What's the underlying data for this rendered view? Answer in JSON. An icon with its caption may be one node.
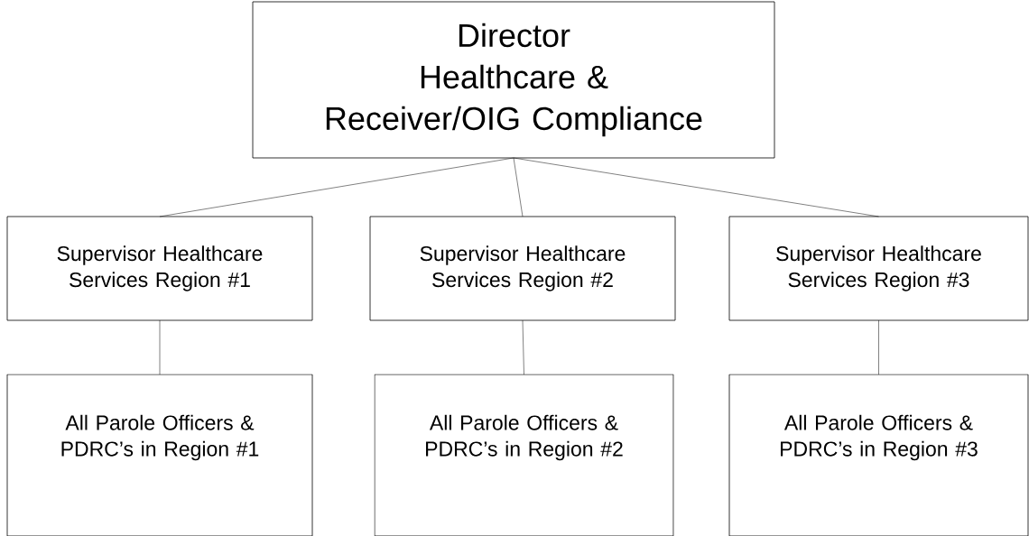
{
  "diagram": {
    "nodes": [
      {
        "text": [
          "Director",
          "Healthcare &",
          "Receiver/OIG Compliance"
        ]
      },
      {
        "text": [
          "Supervisor Healthcare Services Region #1"
        ]
      },
      {
        "text": [
          "Supervisor Healthcare Services Region #2"
        ]
      },
      {
        "text": [
          "Supervisor Healthcare Services Region #3"
        ]
      },
      {
        "text": [
          "All Parole Officers & PDRC’s in Region #1"
        ]
      },
      {
        "text": [
          "All Parole Officers & PDRC’s in Region #2"
        ]
      },
      {
        "text": [
          "All Parole Officers & PDRC’s in Region #3"
        ]
      }
    ],
    "edges": [
      {
        "from": 0,
        "to": 1,
        "arrow": "none"
      },
      {
        "from": 0,
        "to": 2,
        "arrow": "none"
      },
      {
        "from": 0,
        "to": 3,
        "arrow": "none"
      },
      {
        "from": 1,
        "to": 4,
        "arrow": "none"
      },
      {
        "from": 2,
        "to": 5,
        "arrow": "none"
      },
      {
        "from": 3,
        "to": 6,
        "arrow": "none"
      }
    ]
  }
}
